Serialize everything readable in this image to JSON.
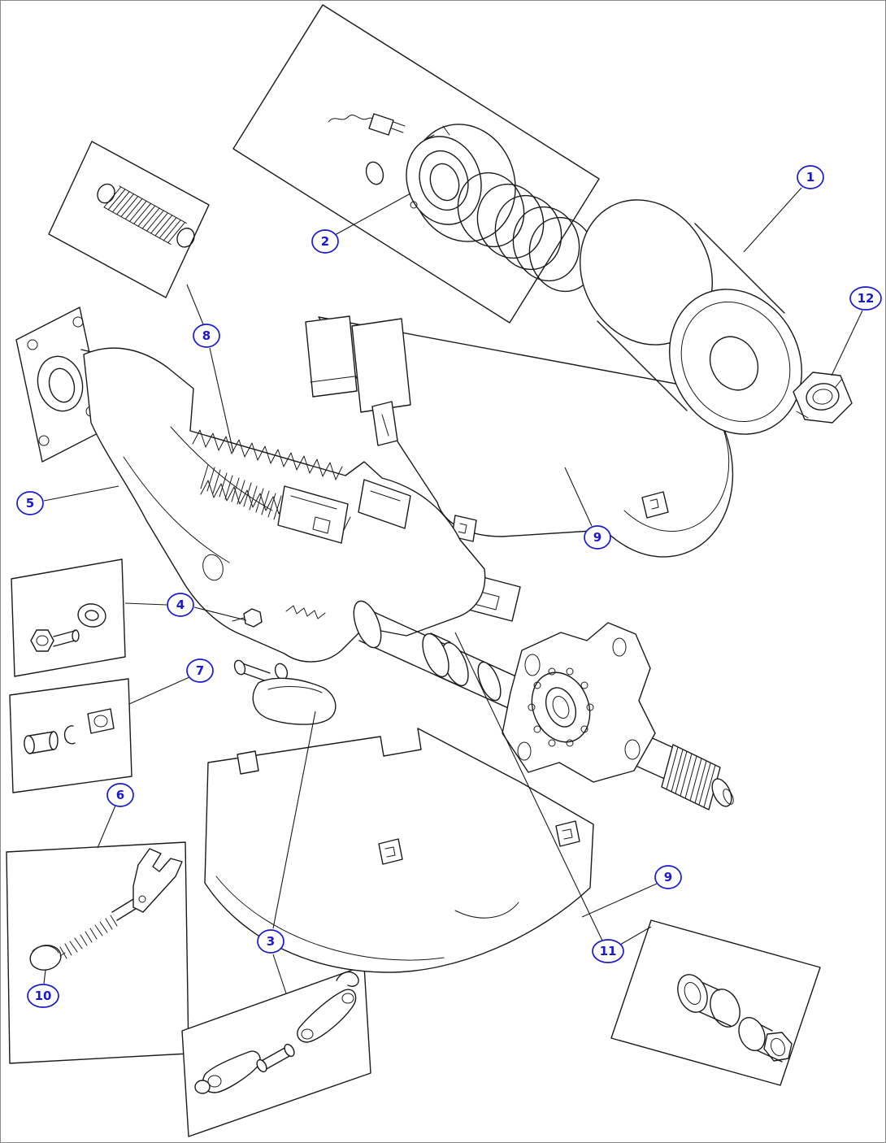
{
  "figure": {
    "background": "#ffffff",
    "border_color": "#8a8a8a",
    "line_color": "#1a1a1a",
    "callout_color": "#1a1acc"
  },
  "callouts": [
    {
      "label": "1"
    },
    {
      "label": "2"
    },
    {
      "label": "3"
    },
    {
      "label": "4"
    },
    {
      "label": "5"
    },
    {
      "label": "6"
    },
    {
      "label": "7"
    },
    {
      "label": "8"
    },
    {
      "label": "9"
    },
    {
      "label": "9"
    },
    {
      "label": "10"
    },
    {
      "label": "11"
    },
    {
      "label": "12"
    }
  ]
}
